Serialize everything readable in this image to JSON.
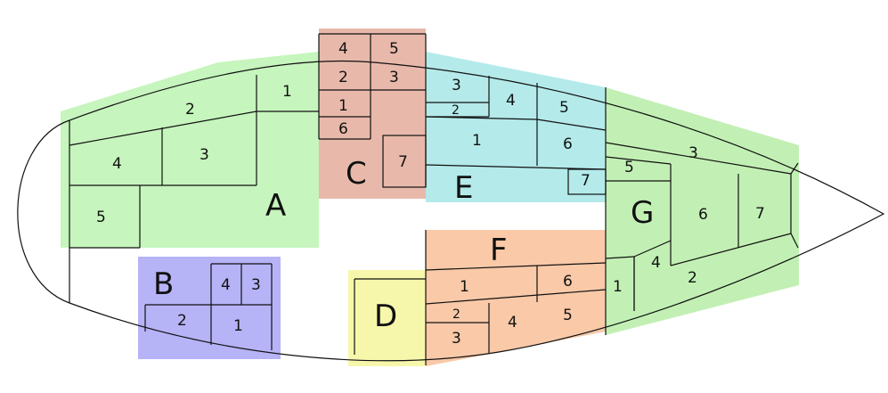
{
  "zones": [
    {
      "id": "A",
      "label": "A",
      "color": "#c6f5bd",
      "compartments": [
        "1",
        "2",
        "3",
        "4",
        "5"
      ]
    },
    {
      "id": "B",
      "label": "B",
      "color": "#b7b3f7",
      "compartments": [
        "4",
        "3",
        "2",
        "1"
      ]
    },
    {
      "id": "C",
      "label": "C",
      "color": "#e8b9ab",
      "compartments": [
        "4",
        "5",
        "2",
        "3",
        "1",
        "6",
        "7"
      ]
    },
    {
      "id": "D",
      "label": "D",
      "color": "#f7f7ac",
      "compartments": []
    },
    {
      "id": "E",
      "label": "E",
      "color": "#b4eaea",
      "compartments": [
        "3",
        "2",
        "4",
        "5",
        "1",
        "6",
        "7"
      ]
    },
    {
      "id": "F",
      "label": "F",
      "color": "#f9c9a8",
      "compartments": [
        "1",
        "6",
        "2",
        "3",
        "4",
        "5"
      ]
    },
    {
      "id": "G",
      "label": "G",
      "color": "#c2f0b4",
      "compartments": [
        "5",
        "3",
        "6",
        "7",
        "4",
        "1",
        "2"
      ]
    }
  ]
}
